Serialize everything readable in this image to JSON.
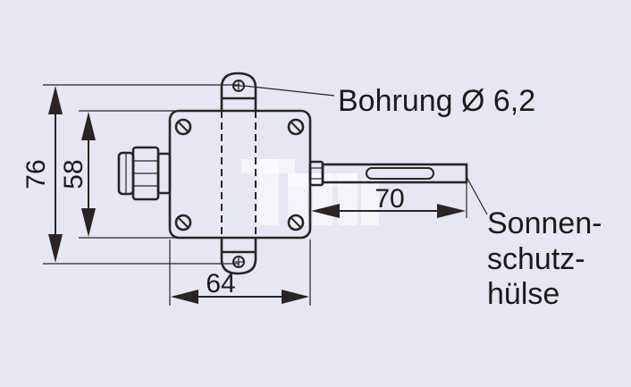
{
  "labels": {
    "hole": "Bohrung Ø 6,2",
    "sleeve_line1": "Sonnen-",
    "sleeve_line2": "schutz-",
    "sleeve_line3": "hülse"
  },
  "dimensions": {
    "height_outer": "76",
    "height_inner": "58",
    "width": "64",
    "probe_length": "70"
  },
  "colors": {
    "background": "#e6e7f2",
    "line": "#2a2424",
    "watermark": "#ffffff"
  }
}
